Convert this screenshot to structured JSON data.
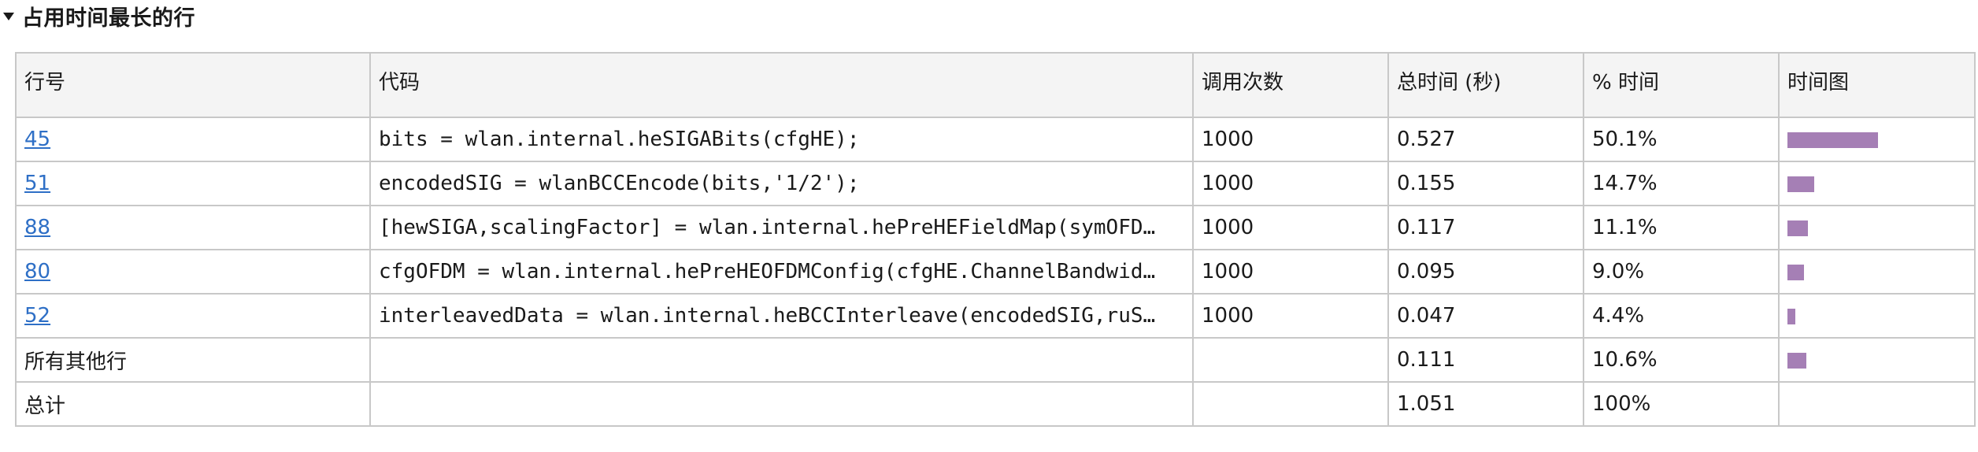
{
  "section": {
    "title": "占用时间最长的行"
  },
  "table": {
    "headers": {
      "line": "行号",
      "code": "代码",
      "calls": "调用次数",
      "total_time": "总时间 (秒)",
      "pct_time": "% 时间",
      "time_plot": "时间图"
    },
    "rows": [
      {
        "line": "45",
        "code": "bits = wlan.internal.heSIGABits(cfgHE);",
        "calls": "1000",
        "total_time": "0.527",
        "pct_time": "50.1%",
        "fraction": 0.501
      },
      {
        "line": "51",
        "code": "encodedSIG = wlanBCCEncode(bits,'1/2');",
        "calls": "1000",
        "total_time": "0.155",
        "pct_time": "14.7%",
        "fraction": 0.147
      },
      {
        "line": "88",
        "code": "[hewSIGA,scalingFactor] = wlan.internal.hePreHEFieldMap(symOFD…",
        "calls": "1000",
        "total_time": "0.117",
        "pct_time": "11.1%",
        "fraction": 0.111
      },
      {
        "line": "80",
        "code": "cfgOFDM = wlan.internal.hePreHEOFDMConfig(cfgHE.ChannelBandwid…",
        "calls": "1000",
        "total_time": "0.095",
        "pct_time": "9.0%",
        "fraction": 0.09
      },
      {
        "line": "52",
        "code": "interleavedData = wlan.internal.heBCCInterleave(encodedSIG,ruS…",
        "calls": "1000",
        "total_time": "0.047",
        "pct_time": "4.4%",
        "fraction": 0.044
      }
    ],
    "other_row": {
      "label": "所有其他行",
      "total_time": "0.111",
      "pct_time": "10.6%",
      "fraction": 0.106
    },
    "total_row": {
      "label": "总计",
      "total_time": "1.051",
      "pct_time": "100%"
    }
  },
  "colors": {
    "bar": "#a57fb5",
    "link": "#2e6fc6",
    "border": "#c8c8c8",
    "header_bg": "#f4f4f4"
  }
}
